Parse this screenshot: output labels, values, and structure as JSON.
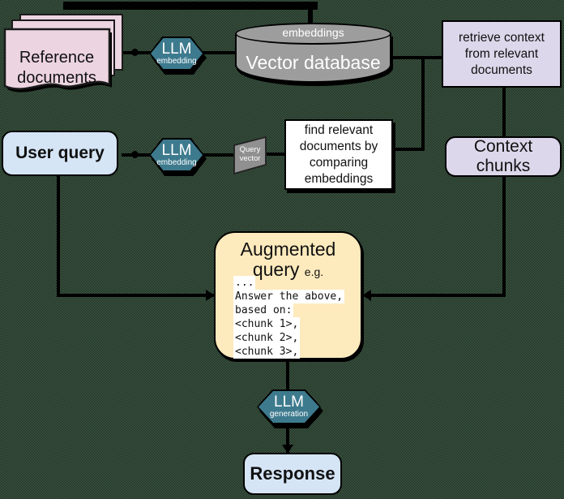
{
  "diagram_title": "Retrieval-Augmented Generation pipeline",
  "colors": {
    "background_green": "#4c6f55",
    "background_dark": "#131a14",
    "document_pink": "#ecd4e0",
    "hexagon_teal": "#3d7a8e",
    "cylinder_gray": "#9d9d9d",
    "lavender_box": "#ddd7eb",
    "light_blue_box": "#d5e5f6",
    "cream_box": "#fdeabd",
    "white_box": "#ffffff",
    "query_vector_gray": "#909090",
    "connector_black": "#000000"
  },
  "nodes": {
    "reference_documents": {
      "label": "Reference documents"
    },
    "llm_embedding_top": {
      "title": "LLM",
      "subtitle": "embedding"
    },
    "vector_database": {
      "top_label": "embeddings",
      "label": "Vector database"
    },
    "retrieve_context": {
      "label": "retrieve context from relevant documents"
    },
    "user_query": {
      "label": "User query"
    },
    "llm_embedding_mid": {
      "title": "LLM",
      "subtitle": "embedding"
    },
    "query_vector": {
      "label": "Query vector"
    },
    "find_relevant": {
      "label": "find relevant documents by comparing embeddings"
    },
    "context_chunks": {
      "label": "Context chunks"
    },
    "augmented_query": {
      "title": "Augmented query",
      "eg_label": "e.g.",
      "code_lines": [
        "...",
        "Answer the above,",
        "based on:",
        "<chunk 1>,",
        "<chunk 2>,",
        "<chunk 3>,"
      ]
    },
    "llm_generation": {
      "title": "LLM",
      "subtitle": "generation"
    },
    "response": {
      "label": "Response"
    }
  }
}
